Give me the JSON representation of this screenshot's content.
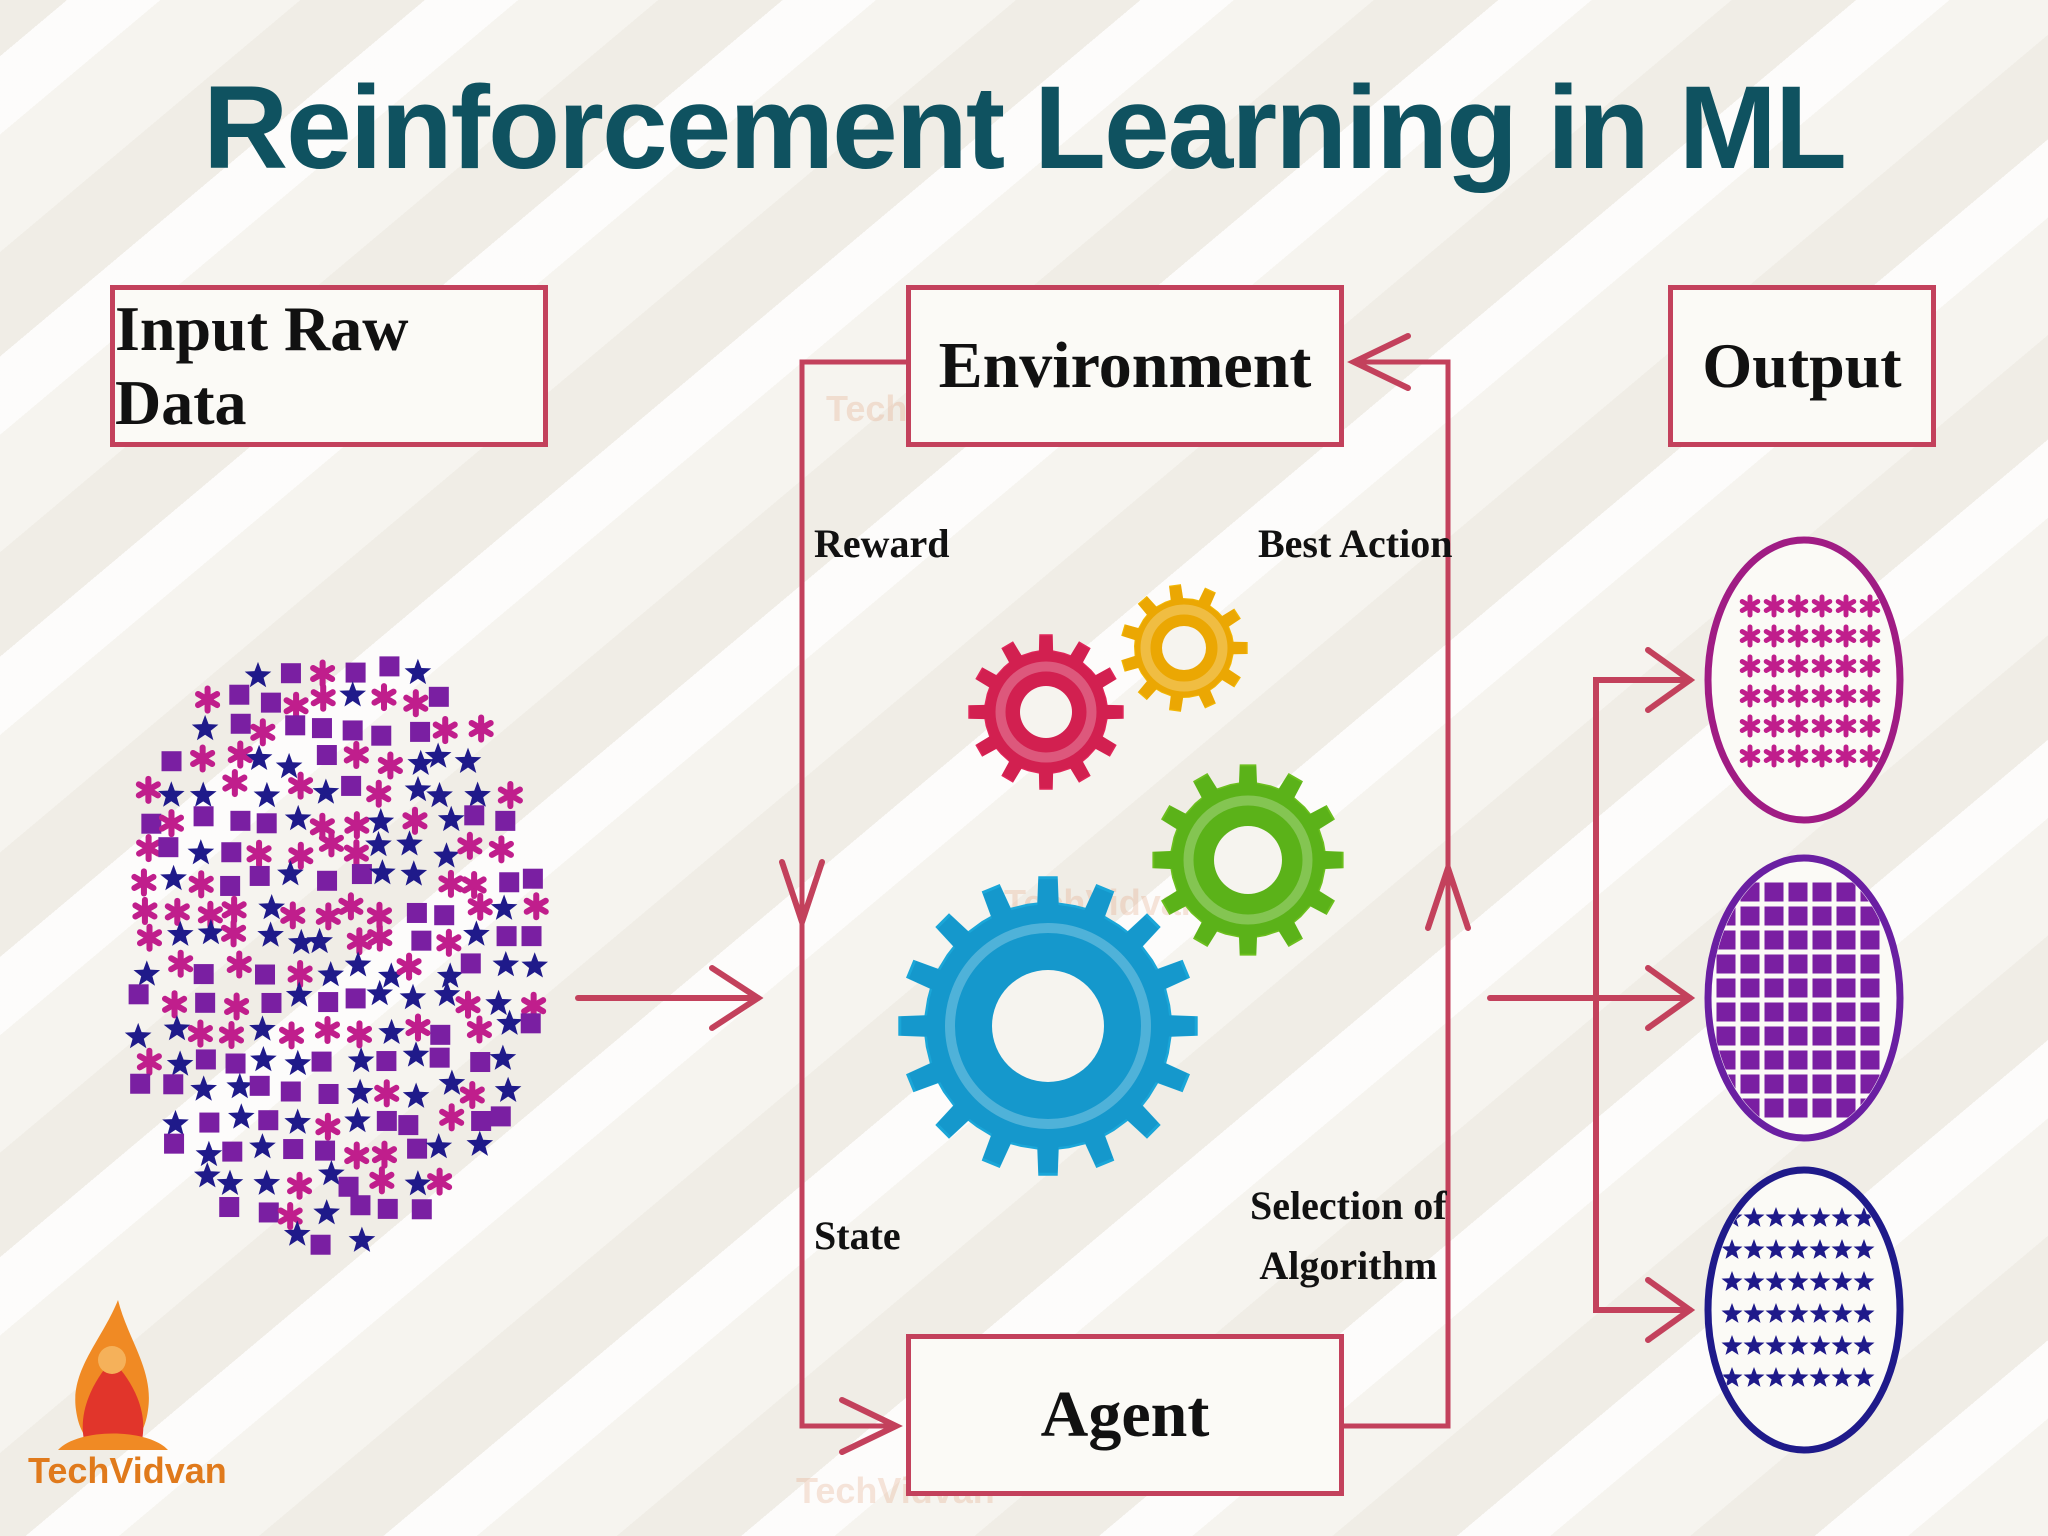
{
  "title": "Reinforcement Learning in ML",
  "boxes": {
    "input": "Input Raw Data",
    "environment": "Environment",
    "output": "Output",
    "agent": "Agent"
  },
  "labels": {
    "reward": "Reward",
    "best_action": "Best Action",
    "state": "State",
    "selection_line1": "Selection of",
    "selection_line2": "Algorithm"
  },
  "logo": {
    "text": "TechVidvan"
  },
  "watermark": "TechVidvan",
  "colors": {
    "title": "#0f5260",
    "border": "#c3415c",
    "arrow": "#c3415c",
    "purple": "#7a1fa2",
    "navy": "#1f1a8a",
    "magenta": "#c01e8c",
    "gear_red": "#e0265a",
    "gear_yellow": "#f2b705",
    "gear_green": "#6cbf1e",
    "gear_blue": "#1aa6d8"
  },
  "icons": [
    "star-icon",
    "square-icon",
    "asterisk-icon",
    "gear-icon"
  ]
}
